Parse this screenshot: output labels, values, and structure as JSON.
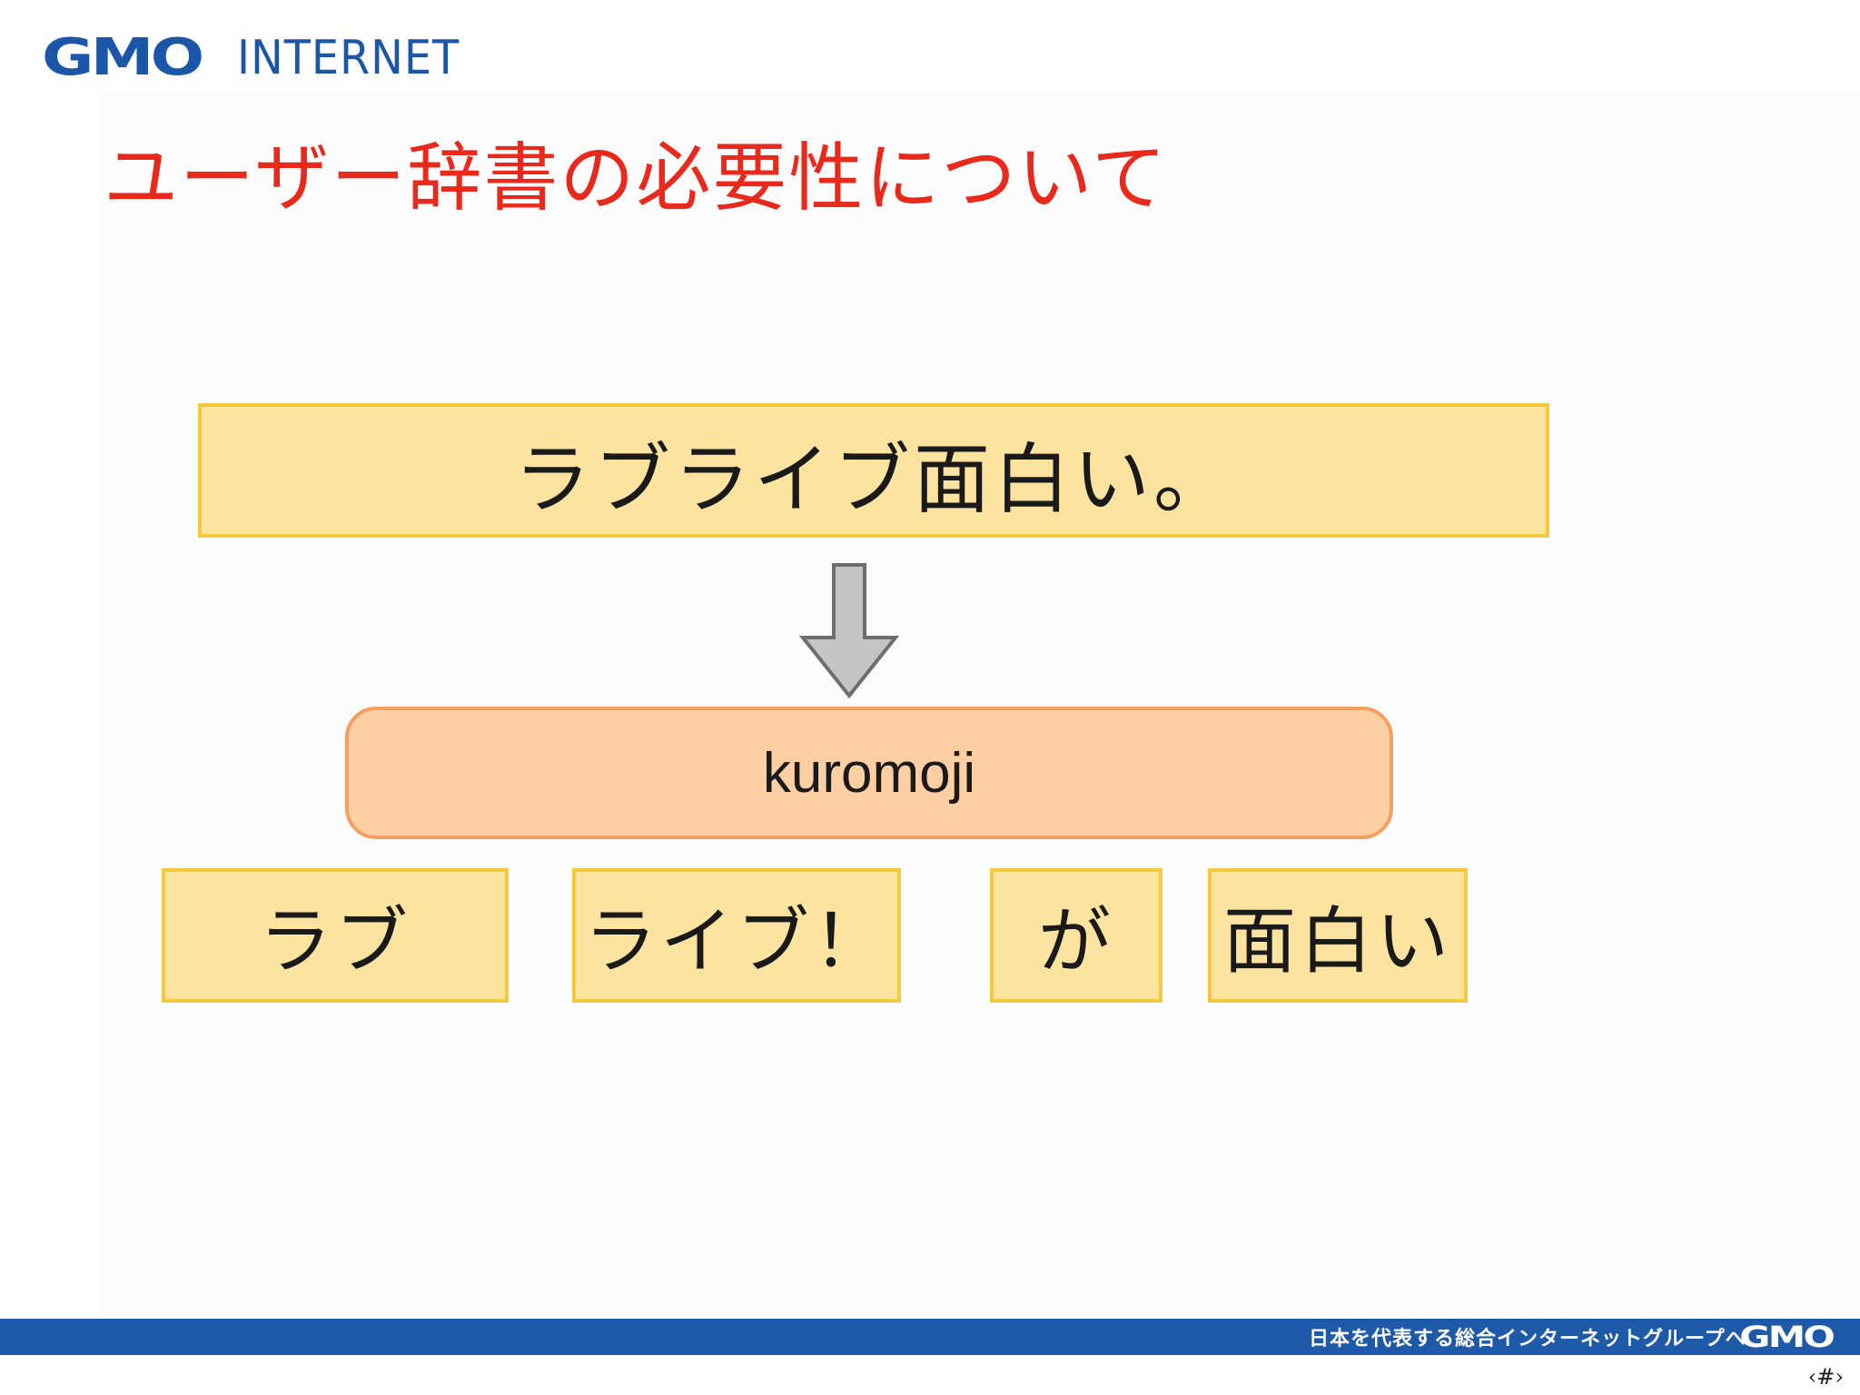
{
  "header": {
    "logo_brand": "GMO",
    "logo_word": "INTERNET"
  },
  "slide": {
    "title": "ユーザー辞書の必要性について",
    "input_sentence": "ラブライブ面白い。",
    "tokenizer_label": "kuromoji",
    "tokens": [
      "ラブ",
      "ライブ！",
      "が",
      "面白い"
    ]
  },
  "footer": {
    "tagline": "日本を代表する総合インターネットグループへ",
    "logo": "GMO",
    "page_number": "‹#›"
  },
  "colors": {
    "title": "#e8291c",
    "brand_blue": "#1f5aa8",
    "box_fill": "#fce4a0",
    "box_border": "#f2ca3c",
    "engine_fill": "#fdcfa2",
    "engine_border": "#f5a060",
    "arrow": "#c4c4c4"
  },
  "icons": {
    "arrow": "down-arrow-icon"
  }
}
